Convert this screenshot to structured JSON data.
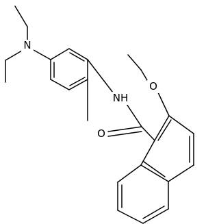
{
  "molecule": {
    "atom_labels": {
      "amine_nitrogen": "N",
      "amide_nh": "NH",
      "ether_oxygen": "O",
      "carbonyl_oxygen": "O"
    },
    "colors": {
      "bond": "#000000",
      "label": "#000000",
      "background": "#ffffff"
    }
  }
}
